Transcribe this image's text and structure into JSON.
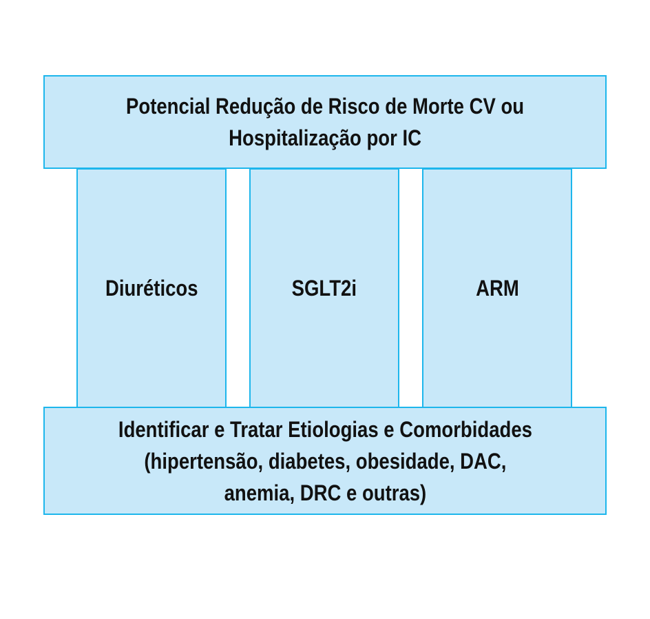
{
  "diagram": {
    "top": {
      "lines": [
        "Potencial Redução de Risco de Morte CV ou",
        "Hospitalização por IC"
      ]
    },
    "pillars": [
      {
        "label": "Diuréticos"
      },
      {
        "label": "SGLT2i"
      },
      {
        "label": "ARM"
      }
    ],
    "bottom": {
      "lines": [
        "Identificar e Tratar Etiologias e Comorbidades",
        "(hipertensão, diabetes, obesidade, DAC,",
        "anemia, DRC e outras)"
      ]
    },
    "colors": {
      "box_fill": "#c8e8f9",
      "box_border": "#1db6ec"
    }
  }
}
